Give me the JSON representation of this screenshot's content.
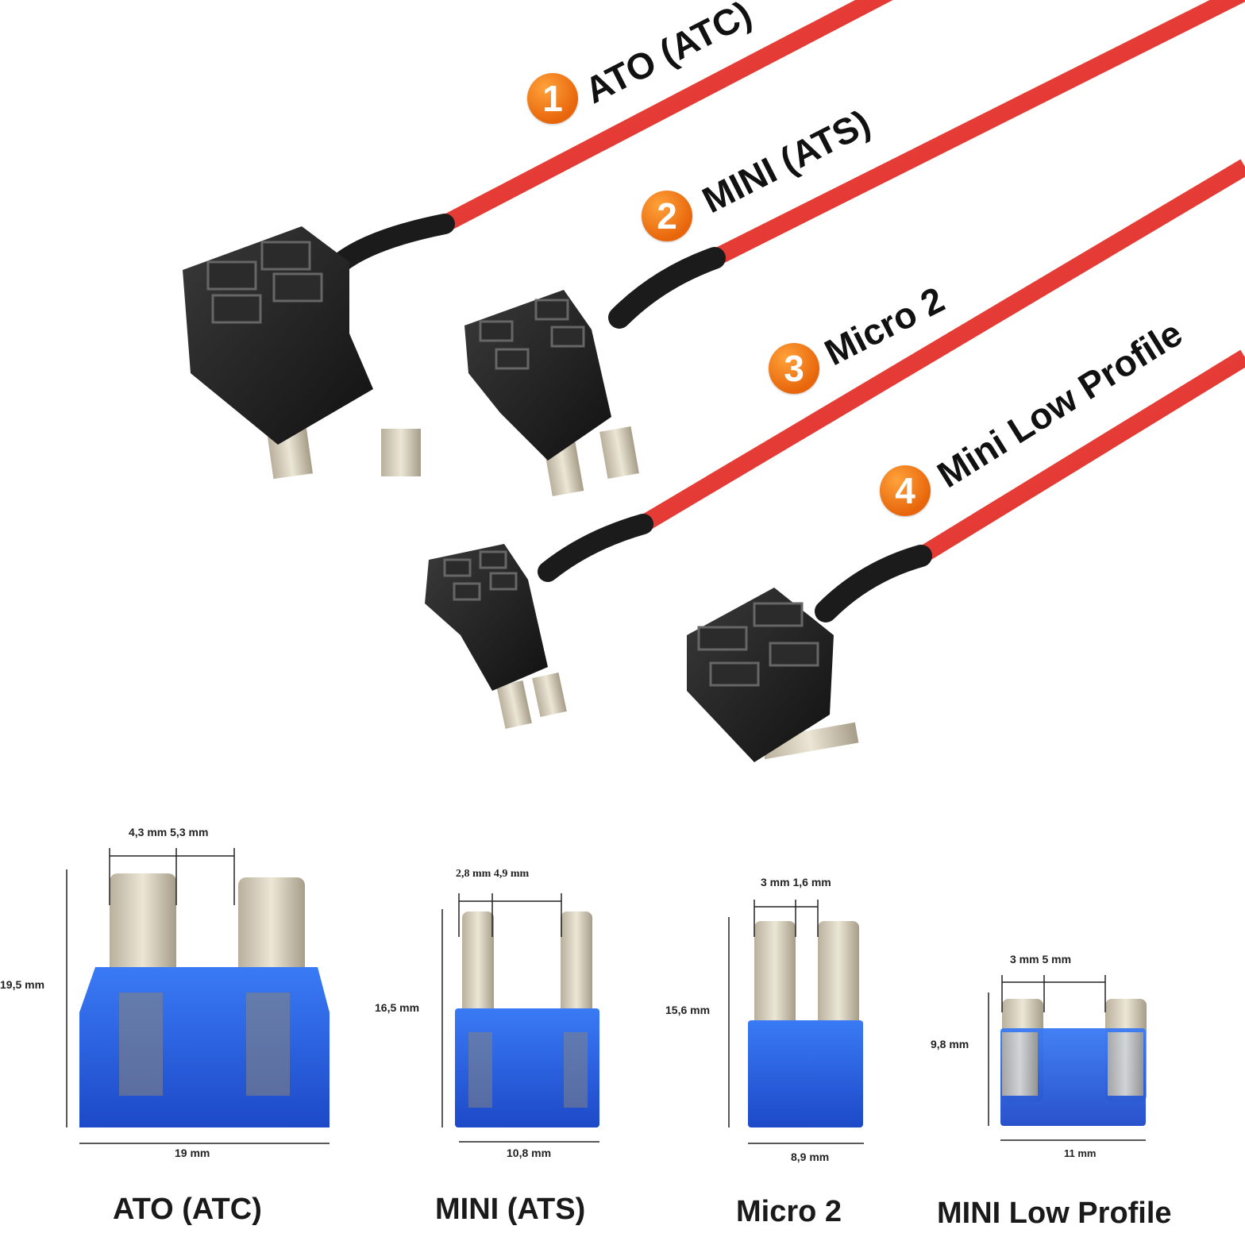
{
  "callouts": [
    {
      "number": "1",
      "label": "ATO (ATC)"
    },
    {
      "number": "2",
      "label": "MINI (ATS)"
    },
    {
      "number": "3",
      "label": "Micro 2"
    },
    {
      "number": "4",
      "label": "Mini Low Profile"
    }
  ],
  "fuses": [
    {
      "title": "ATO (ATC)",
      "pin_spacing": "4,3 mm 5,3 mm",
      "height": "19,5 mm",
      "width": "19 mm"
    },
    {
      "title": "MINI (ATS)",
      "pin_spacing": "2,8 mm 4,9 mm",
      "height": "16,5 mm",
      "width": "10,8 mm"
    },
    {
      "title": "Micro 2",
      "pin_spacing": "3 mm 1,6 mm",
      "height": "15,6 mm",
      "width": "8,9 mm"
    },
    {
      "title": "MINI Low Profile",
      "pin_spacing": "3 mm 5 mm",
      "height": "9,8 mm",
      "width": "11 mm"
    }
  ],
  "colors": {
    "wire": "#e8332e",
    "badge": "#f07d16",
    "fuse_blue": "#1f5fe0",
    "holder": "#1c1c1c",
    "metal": "#c9c2b2"
  }
}
